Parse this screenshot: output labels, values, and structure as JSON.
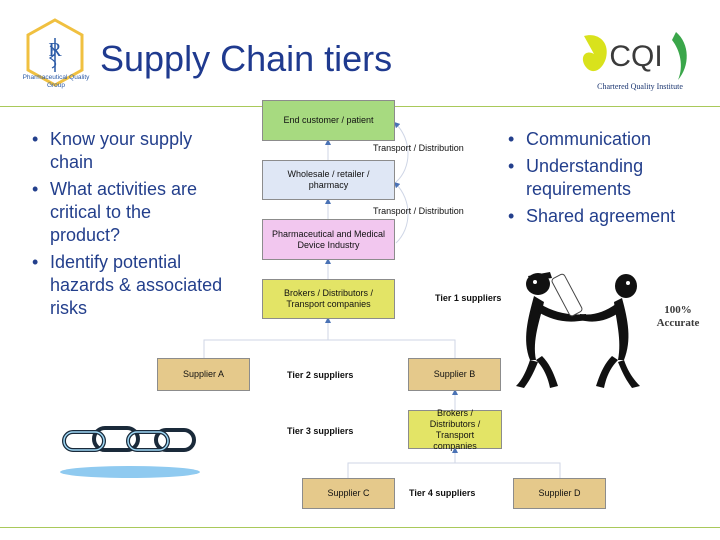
{
  "title": "Supply Chain tiers",
  "logos": {
    "left_brand": "Pharmaceutical Quality Group",
    "left_monogram": "R",
    "cqi_text": "CQI",
    "cqi_sub": "Chartered Quality Institute"
  },
  "left_bullets": [
    "Know your supply chain",
    "What activities are critical to the product?",
    "Identify potential hazards & associated risks"
  ],
  "right_bullets": [
    "Communication",
    "Understanding requirements",
    "Shared agreement"
  ],
  "diagram": {
    "end_customer": "End customer / patient",
    "wholesale": "Wholesale / retailer / pharmacy",
    "pharma": "Pharmaceutical and Medical Device Industry",
    "brokers_1": "Brokers / Distributors / Transport companies",
    "supplier_a": "Supplier A",
    "supplier_b": "Supplier B",
    "brokers_2": "Brokers / Distributors / Transport companies",
    "supplier_c": "Supplier C",
    "supplier_d": "Supplier D",
    "transport_1": "Transport / Distribution",
    "transport_2": "Transport / Distribution",
    "tier1": "Tier 1 suppliers",
    "tier2": "Tier 2 suppliers",
    "tier3": "Tier 3 suppliers",
    "tier4": "Tier 4 suppliers"
  },
  "accurate_text": "100% Accurate",
  "colors": {
    "title": "#1f3a8f",
    "green": "#a7da80",
    "lightblue": "#dfe7f5",
    "pink": "#f2c7ef",
    "yellow": "#e3e466",
    "tan": "#e5c98b",
    "arrow": "#4a72b5",
    "rule": "#a9c95a"
  }
}
